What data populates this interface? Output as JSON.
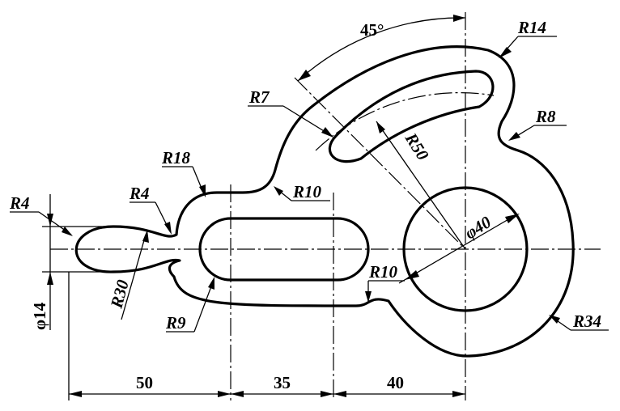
{
  "labels": {
    "angle": "45°",
    "r14": "R14",
    "r7": "R7",
    "r8": "R8",
    "r50": "R50",
    "r18": "R18",
    "r10_top": "R10",
    "r4_left": "R4",
    "r4_neck": "R4",
    "dia40": "φ40",
    "r30": "R30",
    "r10_bottom": "R10",
    "dia14": "φ14",
    "r9": "R9",
    "r34": "R34",
    "dim_50": "50",
    "dim_35": "35",
    "dim_40": "40"
  }
}
